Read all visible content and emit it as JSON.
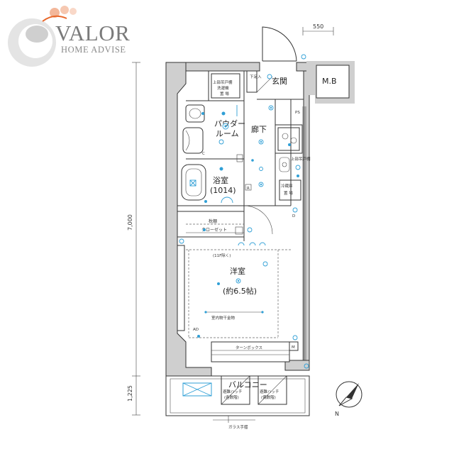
{
  "logo": {
    "main": "VALOR",
    "sub": "HOME ADVISE"
  },
  "dimensions": {
    "top": "550",
    "left_main": "7,000",
    "left_balcony": "1,225"
  },
  "rooms": {
    "entrance": "玄関",
    "shoe_box": "下足入",
    "mb": "M.B",
    "ps": "PS",
    "powder_room_line1": "パウダー",
    "powder_room_line2": "ルーム",
    "hallway": "廊下",
    "bath_line1": "浴室",
    "bath_line2": "(1014)",
    "closet_line1": "枕棚",
    "closet_line2": "クローゼット",
    "western_line1": "洋室",
    "western_line2": "(約6.5帖)",
    "balcony": "バルコニー"
  },
  "labels": {
    "washer_line1": "上部吊戸棚",
    "washer_line2": "洗濯機",
    "washer_line3": "置 場",
    "floor_note": "(11F除く)",
    "drying_rack": "室内物干金物",
    "turn_box": "ターンボックス",
    "glass_rail": "ガラス手摺",
    "storage_line1": "上部吊戸棚",
    "storage_line2": "冷蔵庫",
    "storage_line3": "置 場",
    "hatch1_line1": "避難ハッチ",
    "hatch1_line2": "(各数階)",
    "hatch2_line1": "避難ハッチ",
    "hatch2_line2": "(偶数階)",
    "m_mark": "M",
    "r_mark": "R",
    "c_mark": "C",
    "d_mark": "D",
    "ad_mark": "AD",
    "north": "N"
  },
  "colors": {
    "wall": "#cfcfcf",
    "fixture": "#2f9fd6",
    "logo": "#7a7a7a",
    "logo_accent": "#e8672a"
  }
}
